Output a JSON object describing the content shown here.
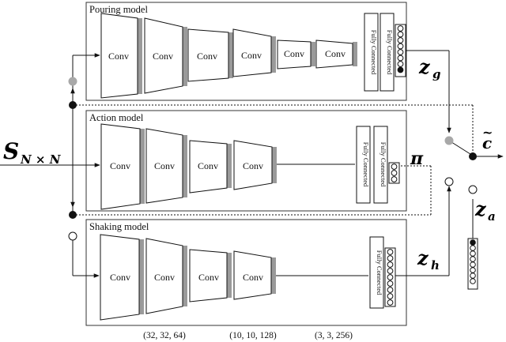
{
  "models": {
    "pouring": "Pouring model",
    "action": "Action model",
    "shaking": "Shaking model"
  },
  "conv_label": "Conv",
  "fc_label": "Fully Connected",
  "symbols": {
    "input": "S",
    "input_sub": "N × N",
    "zg": "z",
    "zg_sub": "g",
    "zh": "z",
    "zh_sub": "h",
    "za": "z",
    "za_sub": "a",
    "pi": "π",
    "c": "c",
    "c_tilde": "~"
  },
  "dims": [
    "(32, 32, 64)",
    "(10, 10, 128)",
    "(3, 3, 256)"
  ],
  "colors": {
    "line": "#111111",
    "layer_shadow": "#9a9a9a",
    "gray_node": "#a8a8a8"
  }
}
